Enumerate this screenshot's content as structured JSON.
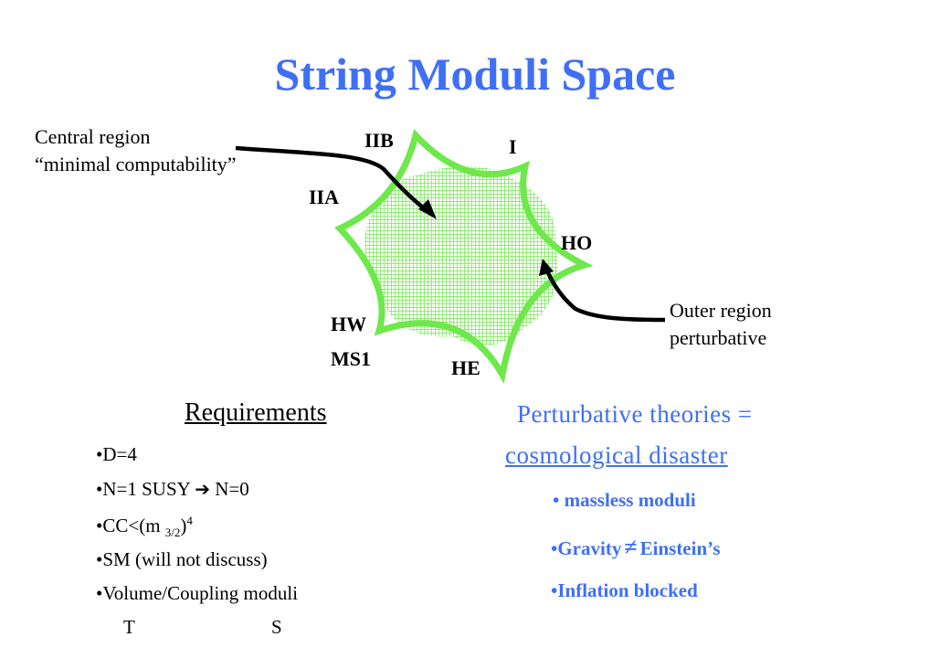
{
  "title": "String Moduli Space",
  "diagram": {
    "vertex_labels": {
      "IIB": "IIB",
      "I": "I",
      "IIA": "IIA",
      "HO": "HO",
      "HW": "HW",
      "MS1": "MS1",
      "HE": "HE"
    },
    "central_annotation": {
      "line1": "Central region",
      "line2": "“minimal computability”"
    },
    "outer_annotation": {
      "line1": "Outer region",
      "line2": "perturbative"
    },
    "colors": {
      "boundary": "#6ee84a",
      "fill": "#6ee84a",
      "arrow": "#000000"
    }
  },
  "requirements": {
    "heading": "Requirements",
    "items": {
      "d4": "•D=4",
      "susy_pre": "•N=1 SUSY",
      "susy_arrow": "➔",
      "susy_post": "N=0",
      "cc_pre": "•CC<(m",
      "cc_sub": "3/2",
      "cc_close": ")",
      "cc_sup": "4",
      "sm": "•SM (will not discuss)",
      "vol": "•Volume/Coupling moduli",
      "vol_t": "T",
      "vol_s": "S"
    }
  },
  "perturbative": {
    "line1": "Perturbative theories =",
    "line2": "cosmological disaster",
    "bullet_moduli": "• massless moduli",
    "bullet_gravity_pre": "•Gravity",
    "bullet_gravity_neq": "≠",
    "bullet_gravity_post": "Einstein’s",
    "bullet_inflation": "•Inflation blocked",
    "color": "#3f6ff5"
  }
}
